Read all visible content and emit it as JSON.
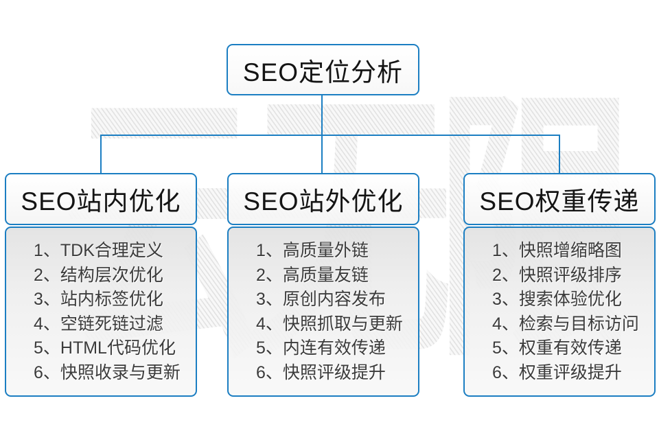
{
  "diagram": {
    "root": {
      "title": "SEO定位分析"
    },
    "columns": [
      {
        "title": "SEO站内优化",
        "items": [
          "1、TDK合理定义",
          "2、结构层次优化",
          "3、站内标签优化",
          "4、空链死链过滤",
          "5、HTML代码优化",
          "6、快照收录与更新"
        ]
      },
      {
        "title": "SEO站外优化",
        "items": [
          "1、高质量外链",
          "2、高质量友链",
          "3、原创内容发布",
          "4、快照抓取与更新",
          "5、内连有效传递",
          "6、快照评级提升"
        ]
      },
      {
        "title": "SEO权重传递",
        "items": [
          "1、快照增缩略图",
          "2、快照评级排序",
          "3、搜索体验优化",
          "4、检索与目标访问",
          "5、权重有效传递",
          "6、权重评级提升"
        ]
      }
    ],
    "watermark_text": "云无限",
    "colors": {
      "accent_blue": "#1b7ec2",
      "panel_gray_top": "#e2e2e2",
      "panel_gray_bottom": "#f8f8f8",
      "list_text": "#3b3b3b",
      "title_text": "#141414"
    }
  }
}
